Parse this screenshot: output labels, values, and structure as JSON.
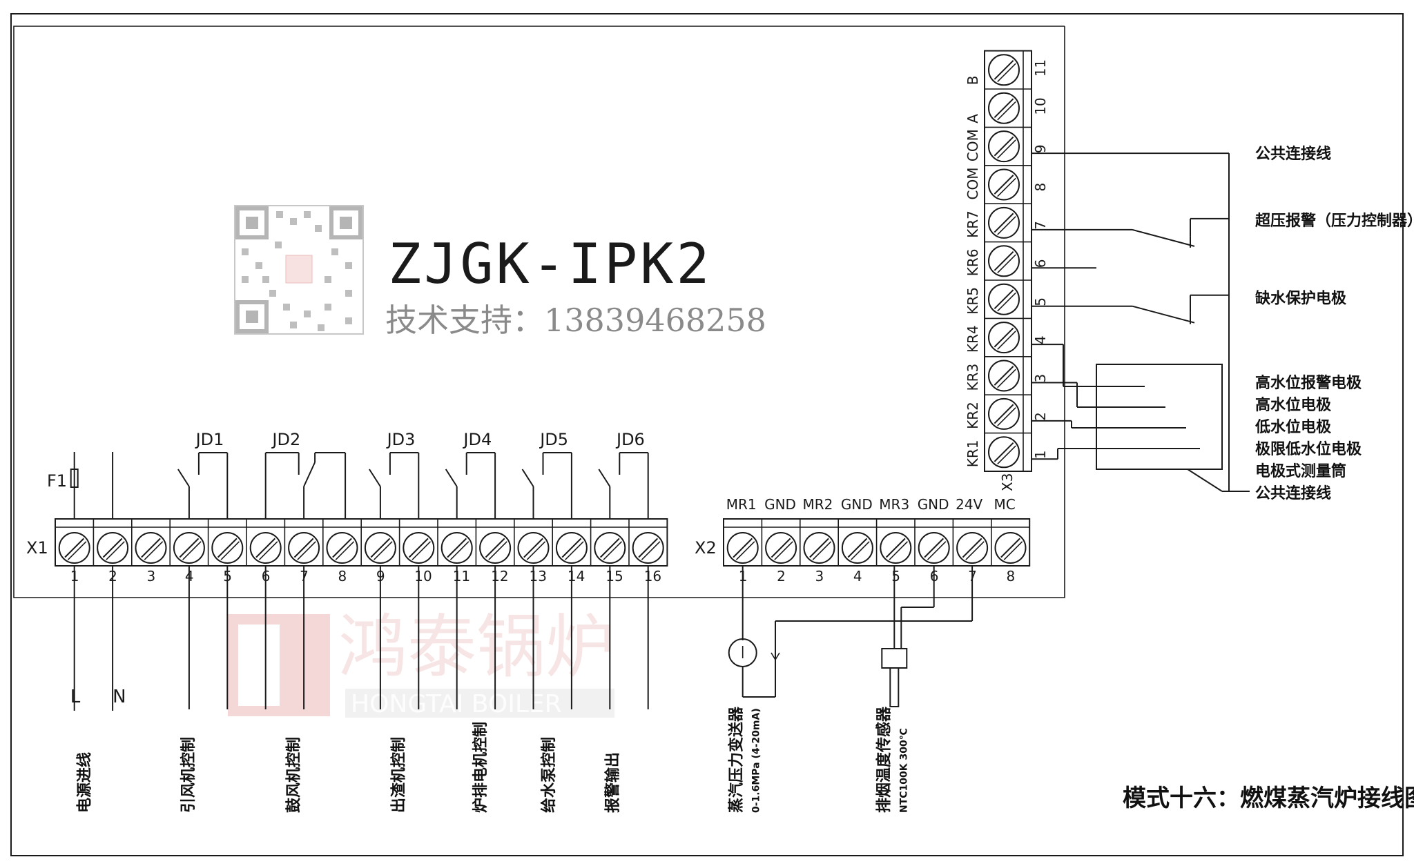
{
  "model": {
    "name": "ZJGK-IPK2",
    "support": "技术支持：13839468258"
  },
  "watermark": {
    "cn": "鸿泰锅炉",
    "en": "HONGTAI BOILER"
  },
  "diagram_title": "模式十六：燃煤蒸汽炉接线图",
  "x1": {
    "label": "X1",
    "fuse": "F1",
    "numbers": [
      "1",
      "2",
      "3",
      "4",
      "5",
      "6",
      "7",
      "8",
      "9",
      "10",
      "11",
      "12",
      "13",
      "14",
      "15",
      "16"
    ],
    "relays": [
      "JD1",
      "JD2",
      "JD3",
      "JD4",
      "JD5",
      "JD6"
    ],
    "line_L": "L",
    "line_N": "N",
    "outputs": [
      "电源进线",
      "引风机控制",
      "鼓风机控制",
      "出渣机控制",
      "炉排电机控制",
      "给水泵控制",
      "报警输出"
    ]
  },
  "x2": {
    "label": "X2",
    "terminals": [
      "MR1",
      "GND",
      "MR2",
      "GND",
      "MR3",
      "GND",
      "24V",
      "MC"
    ],
    "numbers": [
      "1",
      "2",
      "3",
      "4",
      "5",
      "6",
      "7",
      "8"
    ],
    "pressure_sensor": {
      "name": "蒸汽压力变送器",
      "spec": "0-1.6MPa (4-20mA)"
    },
    "temp_sensor": {
      "name": "排烟温度传感器",
      "spec": "NTC100K 300℃"
    }
  },
  "x3": {
    "label": "X3",
    "terminals": [
      "KR1",
      "KR2",
      "KR3",
      "KR4",
      "KR5",
      "KR6",
      "KR7",
      "COM",
      "COM",
      "A",
      "B"
    ],
    "numbers": [
      "1",
      "2",
      "3",
      "4",
      "5",
      "6",
      "7",
      "8",
      "9",
      "10",
      "11"
    ],
    "right_labels": {
      "common": "公共连接线",
      "overpressure": "超压报警（压力控制器）",
      "low_water": "缺水保护电极",
      "electrodes": [
        "高水位报警电极",
        "高水位电极",
        "低水位电极",
        "极限低水位电极",
        "电极式测量筒",
        "公共连接线"
      ]
    }
  }
}
